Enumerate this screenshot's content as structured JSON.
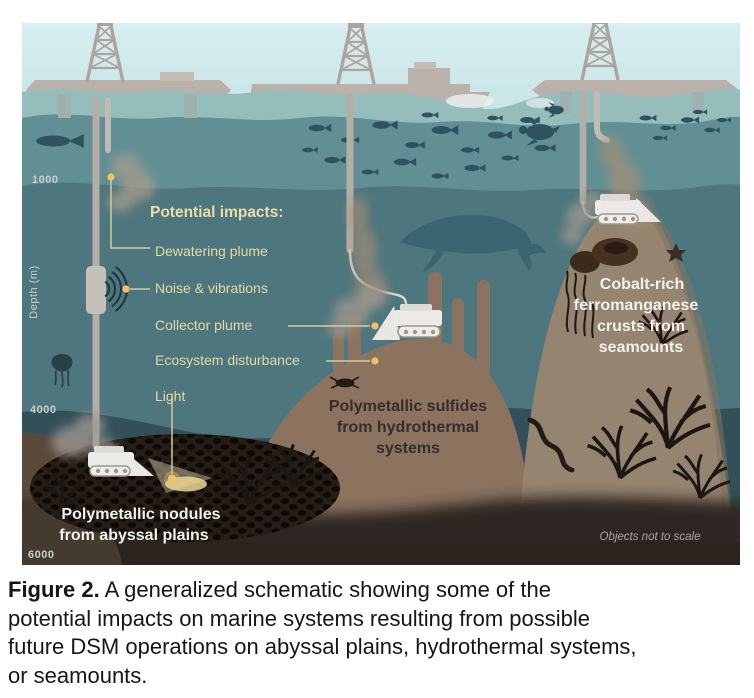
{
  "figure": {
    "depth_axis": {
      "label": "Depth (m)",
      "tick_1000": "1000",
      "tick_4000": "4000",
      "tick_6000": "6000"
    },
    "impacts": {
      "title": "Potential impacts:",
      "items": [
        "Dewatering plume",
        "Noise & vibrations",
        "Collector plume",
        "Ecosystem disturbance",
        "Light"
      ]
    },
    "sites": {
      "nodules_lines": [
        "Polymetallic nodules",
        "from abyssal plains"
      ],
      "sulfides_lines": [
        "Polymetallic sulfides",
        "from hydrothermal",
        "systems"
      ],
      "crusts_lines": [
        "Cobalt-rich",
        "ferromanganese",
        "crusts from",
        "seamounts"
      ]
    },
    "scale_note": "Objects not to scale",
    "caption": {
      "prefix": "Figure 2.",
      "lines": [
        "A generalized schematic showing some of the",
        "potential impacts on marine systems resulting from possible",
        "future DSM operations on abyssal plains, hydrothermal systems,",
        "or seamounts."
      ]
    },
    "colors": {
      "accent_yellow": "#efc26a",
      "callout_text": "#e9dea6",
      "sky": "#cfe9ea",
      "water_surface": "#95bdbc",
      "water_mid": "#4e767e",
      "water_deep": "#33505a",
      "seafloor_brown": "#8b7360",
      "seamount_tan": "#95846f",
      "abyss_dark": "#2e2720",
      "platform_gray": "#b9b1aa",
      "vehicle_white": "#eceae6"
    }
  }
}
